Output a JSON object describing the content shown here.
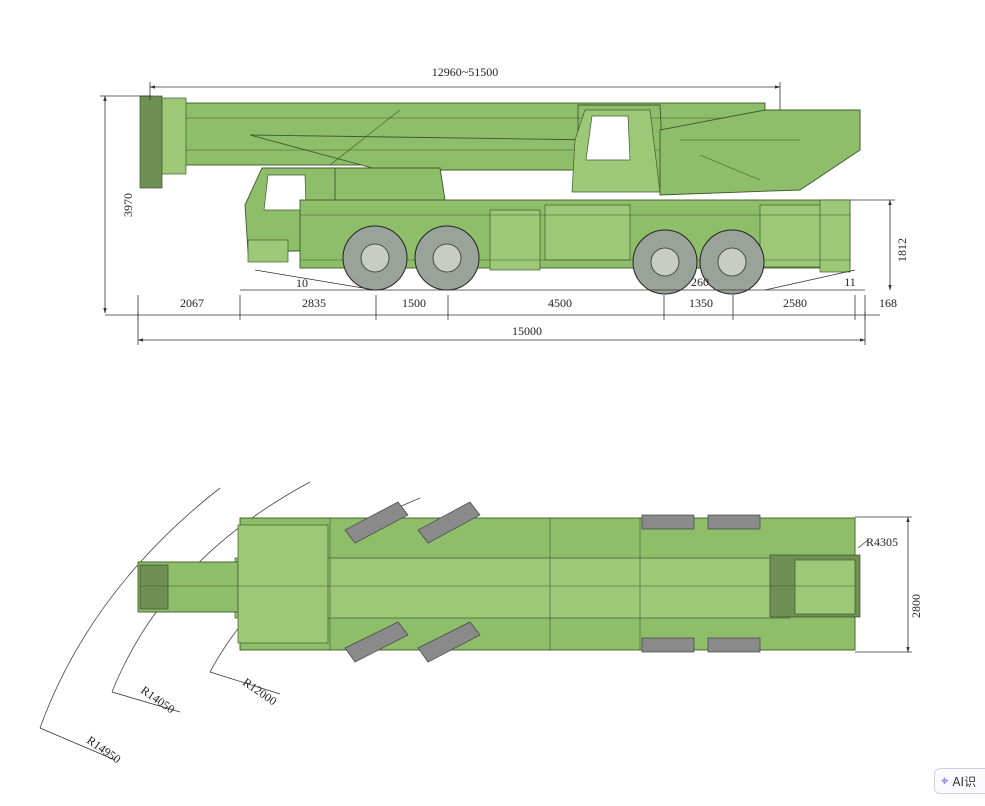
{
  "side_view": {
    "boom_length": "12960~51500",
    "height": "3970",
    "rear_height": "1812",
    "front_angle_offset": "10",
    "mid_offset": "260",
    "rear_angle_offset": "11",
    "rear_extra": "168",
    "total_length": "15000",
    "segments": [
      "2067",
      "2835",
      "1500",
      "4500",
      "1350",
      "2580"
    ]
  },
  "top_view": {
    "width": "2800",
    "rear_radius": "R4305",
    "radii": [
      "R12000",
      "R14050",
      "R14950"
    ]
  },
  "badge": {
    "icon": "ai-recognition-icon",
    "label": "AI识"
  },
  "colors": {
    "body": "#8fbe6a",
    "outrigger_pads": "#8a8a8a"
  }
}
